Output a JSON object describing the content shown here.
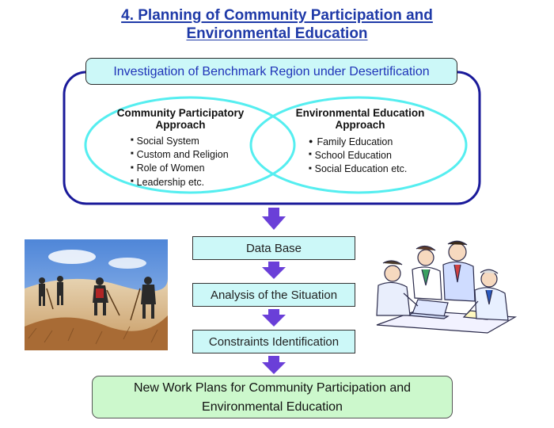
{
  "title": {
    "line1": "4. Planning of Community Participation and",
    "line2": "Environmental Education"
  },
  "benchmark": {
    "label": "Investigation of Benchmark Region under Desertification"
  },
  "community_approach": {
    "title_line1": "Community Participatory",
    "title_line2": "Approach",
    "items": [
      "Social System",
      "Custom and Religion",
      "Role of Women",
      "Leadership etc."
    ]
  },
  "environmental_approach": {
    "title_line1": "Environmental Education",
    "title_line2": "Approach",
    "items": [
      "Family Education",
      "School Education",
      "Social Education etc."
    ]
  },
  "flow": {
    "steps": [
      "Data Base",
      "Analysis of the Situation",
      "Constraints Identification"
    ],
    "result_line1": "New Work Plans for Community Participation and",
    "result_line2": "Environmental Education"
  },
  "colors": {
    "title": "#1f3aa8",
    "frame": "#1a1a9a",
    "ellipse": "#55eef0",
    "box_fill": "#ccf8f8",
    "result_fill": "#ccf8cc",
    "arrow": "#6a3fd8"
  }
}
